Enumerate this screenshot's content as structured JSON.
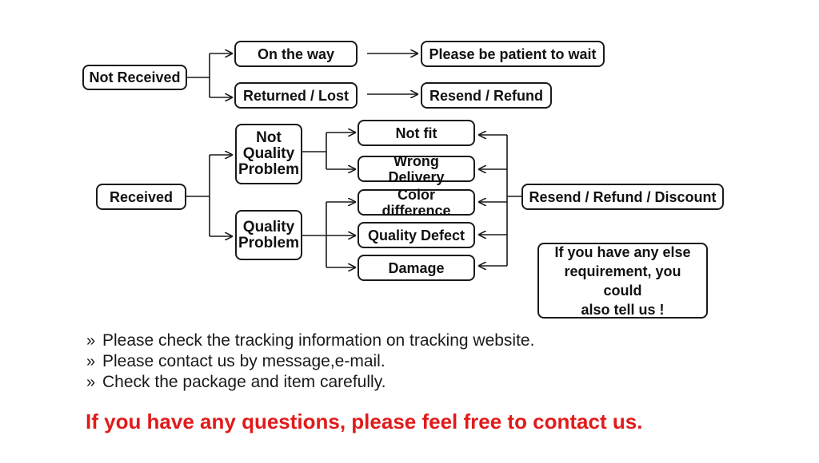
{
  "nodes": {
    "not_received": "Not Received",
    "on_the_way": "On the way",
    "patient_wait": "Please be patient to wait",
    "returned_lost": "Returned / Lost",
    "resend_refund": "Resend / Refund",
    "received": "Received",
    "not_quality_problem": [
      "Not",
      "Quality",
      "Problem"
    ],
    "quality_problem": [
      "Quality",
      "Problem"
    ],
    "not_fit": "Not fit",
    "wrong_delivery": "Wrong Delivery",
    "color_difference": "Color difference",
    "quality_defect": "Quality Defect",
    "damage": "Damage",
    "resend_refund_discount": "Resend / Refund / Discount",
    "else_requirement": [
      "If you have any else",
      "requirement, you could",
      "also tell us !"
    ]
  },
  "bullet_icon": "»",
  "bullets": [
    "Please check the tracking information on tracking website.",
    "Please contact us by message,e-mail.",
    "Check the package and item carefully."
  ],
  "footer": "If you have any questions, please feel free to contact us.",
  "colors": {
    "footer": "#e01b1b",
    "line": "#1a1a1a"
  }
}
